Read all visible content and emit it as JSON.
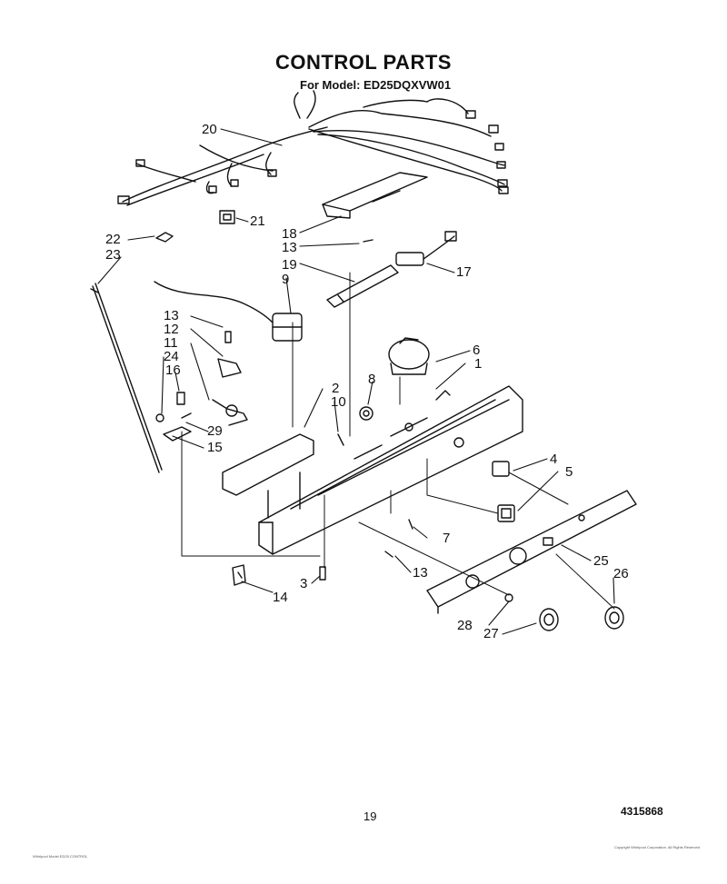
{
  "header": {
    "title": "CONTROL PARTS",
    "subtitle": "For Model: ED25DQXVW01"
  },
  "footer": {
    "page_number": "19",
    "document_number": "4315868",
    "fine_print_left": "Whirlpool Model ED25 CONTROL",
    "fine_print_right": "Copyright Whirlpool Corporation. All Rights Reserved"
  },
  "callouts": [
    "1",
    "2",
    "3",
    "4",
    "5",
    "6",
    "7",
    "8",
    "9",
    "10",
    "11",
    "12",
    "13",
    "14",
    "15",
    "16",
    "17",
    "18",
    "19",
    "20",
    "21",
    "22",
    "23",
    "24",
    "25",
    "26",
    "27",
    "28",
    "29"
  ]
}
